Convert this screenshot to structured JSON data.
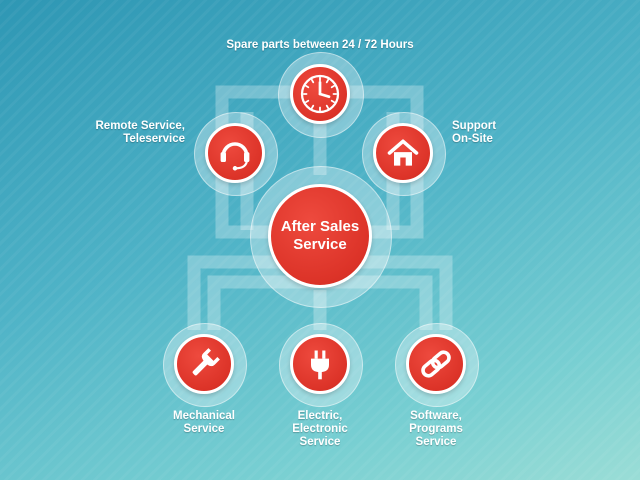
{
  "diagram": {
    "center": {
      "line1": "After Sales",
      "line2": "Service"
    },
    "nodes": {
      "spare_parts": {
        "line1": "Spare parts between 24 / 72 Hours",
        "icon": "clock-icon"
      },
      "remote": {
        "line1": "Remote Service,",
        "line2": "Teleservice",
        "icon": "headset-icon"
      },
      "support": {
        "line1": "Support",
        "line2": "On-Site",
        "icon": "house-icon"
      },
      "mechanical": {
        "line1": "Mechanical",
        "line2": "Service",
        "icon": "wrench-icon"
      },
      "electric": {
        "line1": "Electric,",
        "line2": "Electronic",
        "line3": "Service",
        "icon": "plug-icon"
      },
      "software": {
        "line1": "Software,",
        "line2": "Programs",
        "line3": "Service",
        "icon": "chain-link-icon"
      }
    },
    "colors": {
      "accent": "#dc3328",
      "background_top": "#2e97b4",
      "background_bottom": "#9addd6",
      "text": "#ffffff"
    }
  }
}
